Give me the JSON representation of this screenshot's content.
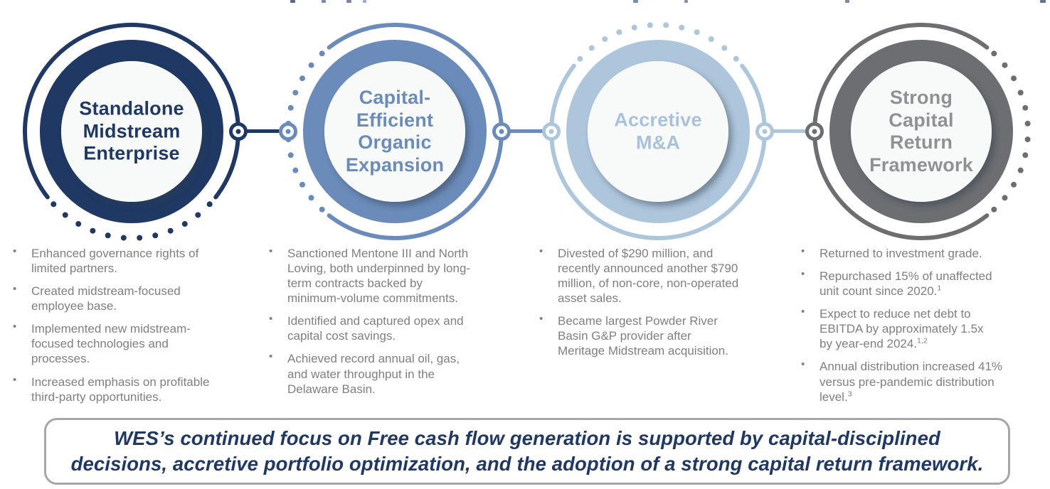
{
  "slide": {
    "bullet_char": "•",
    "badges": [
      {
        "title": "Standalone\nMidstream\nEnterprise",
        "color": "#1f3864",
        "text_color": "#1f3864"
      },
      {
        "title": "Capital-\nEfficient\nOrganic\nExpansion",
        "color": "#6b8cba",
        "text_color": "#6b8cba"
      },
      {
        "title": "Accretive\nM&A",
        "color": "#aec6dc",
        "text_color": "#a9c2da"
      },
      {
        "title": "Strong\nCapital\nReturn\nFramework",
        "color": "#6d6e71",
        "text_color": "#8f9194"
      }
    ],
    "columns": [
      {
        "bullets": [
          {
            "text": "Enhanced governance rights of\nlimited partners."
          },
          {
            "text": "Created midstream-focused\nemployee base."
          },
          {
            "text": "Implemented new midstream-\nfocused technologies and\nprocesses."
          },
          {
            "text": "Increased emphasis on profitable\nthird-party opportunities."
          }
        ]
      },
      {
        "bullets": [
          {
            "text": "Sanctioned Mentone III and North\nLoving, both underpinned by long-\nterm contracts backed by\nminimum-volume commitments."
          },
          {
            "text": "Identified and captured opex and\ncapital cost savings."
          },
          {
            "text": "Achieved record annual oil, gas,\nand water throughput in the\nDelaware Basin."
          }
        ]
      },
      {
        "bullets": [
          {
            "text": "Divested of $290 million, and\nrecently announced another $790\nmillion, of non-core, non-operated\nasset sales."
          },
          {
            "text": "Became largest Powder River\nBasin G&P provider after\nMeritage Midstream acquisition."
          }
        ]
      },
      {
        "bullets": [
          {
            "text": "Returned to investment grade."
          },
          {
            "text": "Repurchased 15% of unaffected\nunit count since 2020.",
            "sup": "1"
          },
          {
            "text": "Expect to reduce net debt to\nEBITDA by approximately 1.5x\nby year-end 2024.",
            "sup": "1,2"
          },
          {
            "text": "Annual distribution increased 41%\nversus pre-pandemic distribution\nlevel.",
            "sup": "3"
          }
        ]
      }
    ],
    "banner": {
      "text": "WES’s continued focus on Free cash flow generation is supported by capital-disciplined\ndecisions, accretive portfolio optimization, and the adoption of a strong capital return framework."
    },
    "colors": {
      "navy": "#1f3864",
      "medium_blue": "#6b8cba",
      "light_blue": "#aec6dc",
      "gray": "#6d6e71",
      "bullet_text": "#7f7f7f",
      "banner_text": "#1f3864",
      "banner_border": "#a6a6a6",
      "inner_circle_fill": "#f8faf9"
    }
  }
}
